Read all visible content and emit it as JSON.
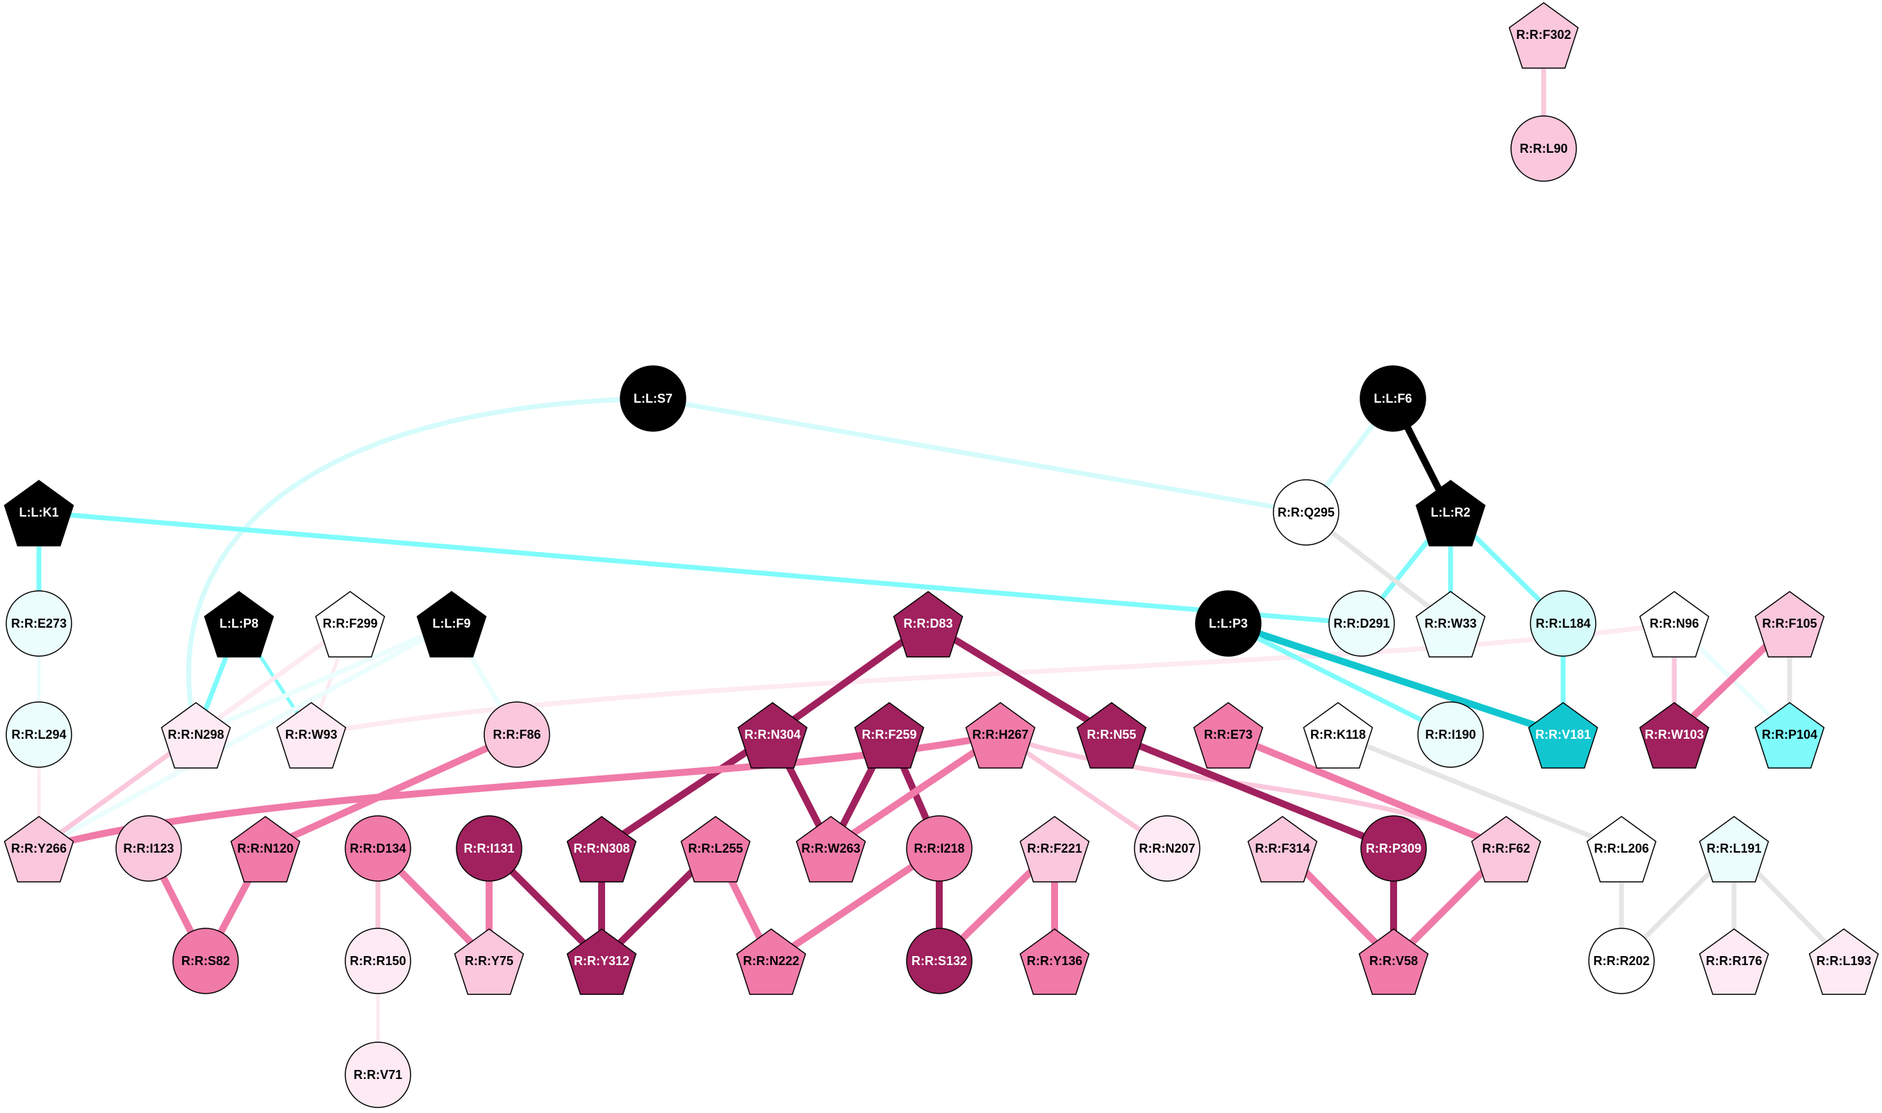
{
  "colors": {
    "black": "#000000",
    "white": "#ffffff",
    "dark_magenta": "#a0215e",
    "medium_pink": "#f07aa8",
    "light_pink": "#fac7db",
    "pale_pink": "#fdeaf2",
    "cyan": "#11c6cf",
    "light_cyan": "#7ffbfb",
    "pale_cyan": "#d5fbfb",
    "very_pale_cyan": "#ebfdfd",
    "gray": "#e5e5e5"
  },
  "diagram": {
    "nodes": [
      {
        "id": "F302",
        "label": "R:R:F302",
        "shape": "pentagon",
        "fill": "light_pink"
      },
      {
        "id": "L90",
        "label": "R:R:L90",
        "shape": "circle",
        "fill": "light_pink"
      },
      {
        "id": "S7",
        "label": "L:L:S7",
        "shape": "circle",
        "fill": "black"
      },
      {
        "id": "F6",
        "label": "L:L:F6",
        "shape": "circle",
        "fill": "black"
      },
      {
        "id": "K1",
        "label": "L:L:K1",
        "shape": "pentagon",
        "fill": "black"
      },
      {
        "id": "Q295",
        "label": "R:R:Q295",
        "shape": "circle",
        "fill": "white"
      },
      {
        "id": "R2",
        "label": "L:L:R2",
        "shape": "pentagon",
        "fill": "black"
      },
      {
        "id": "E273",
        "label": "R:R:E273",
        "shape": "circle",
        "fill": "very_pale_cyan"
      },
      {
        "id": "P8",
        "label": "L:L:P8",
        "shape": "pentagon",
        "fill": "black"
      },
      {
        "id": "F299",
        "label": "R:R:F299",
        "shape": "pentagon",
        "fill": "white"
      },
      {
        "id": "F9",
        "label": "L:L:F9",
        "shape": "pentagon",
        "fill": "black"
      },
      {
        "id": "D83",
        "label": "R:R:D83",
        "shape": "pentagon",
        "fill": "dark_magenta"
      },
      {
        "id": "P3",
        "label": "L:L:P3",
        "shape": "circle",
        "fill": "black"
      },
      {
        "id": "D291",
        "label": "R:R:D291",
        "shape": "circle",
        "fill": "very_pale_cyan"
      },
      {
        "id": "W33",
        "label": "R:R:W33",
        "shape": "pentagon",
        "fill": "very_pale_cyan"
      },
      {
        "id": "L184",
        "label": "R:R:L184",
        "shape": "circle",
        "fill": "pale_cyan"
      },
      {
        "id": "N96",
        "label": "R:R:N96",
        "shape": "pentagon",
        "fill": "white"
      },
      {
        "id": "F105",
        "label": "R:R:F105",
        "shape": "pentagon",
        "fill": "light_pink"
      },
      {
        "id": "L294",
        "label": "R:R:L294",
        "shape": "circle",
        "fill": "very_pale_cyan"
      },
      {
        "id": "N298",
        "label": "R:R:N298",
        "shape": "pentagon",
        "fill": "pale_pink"
      },
      {
        "id": "W93",
        "label": "R:R:W93",
        "shape": "pentagon",
        "fill": "pale_pink"
      },
      {
        "id": "F86",
        "label": "R:R:F86",
        "shape": "circle",
        "fill": "light_pink"
      },
      {
        "id": "N304",
        "label": "R:R:N304",
        "shape": "pentagon",
        "fill": "dark_magenta"
      },
      {
        "id": "F259",
        "label": "R:R:F259",
        "shape": "pentagon",
        "fill": "dark_magenta"
      },
      {
        "id": "H267",
        "label": "R:R:H267",
        "shape": "pentagon",
        "fill": "medium_pink"
      },
      {
        "id": "N55",
        "label": "R:R:N55",
        "shape": "pentagon",
        "fill": "dark_magenta"
      },
      {
        "id": "E73",
        "label": "R:R:E73",
        "shape": "pentagon",
        "fill": "medium_pink"
      },
      {
        "id": "K118",
        "label": "R:R:K118",
        "shape": "pentagon",
        "fill": "white"
      },
      {
        "id": "I190",
        "label": "R:R:I190",
        "shape": "circle",
        "fill": "very_pale_cyan"
      },
      {
        "id": "V181",
        "label": "R:R:V181",
        "shape": "pentagon",
        "fill": "cyan"
      },
      {
        "id": "W103",
        "label": "R:R:W103",
        "shape": "pentagon",
        "fill": "dark_magenta"
      },
      {
        "id": "P104",
        "label": "R:R:P104",
        "shape": "pentagon",
        "fill": "light_cyan"
      },
      {
        "id": "Y266",
        "label": "R:R:Y266",
        "shape": "pentagon",
        "fill": "light_pink"
      },
      {
        "id": "I123",
        "label": "R:R:I123",
        "shape": "circle",
        "fill": "light_pink"
      },
      {
        "id": "N120",
        "label": "R:R:N120",
        "shape": "pentagon",
        "fill": "medium_pink"
      },
      {
        "id": "D134",
        "label": "R:R:D134",
        "shape": "circle",
        "fill": "medium_pink"
      },
      {
        "id": "I131",
        "label": "R:R:I131",
        "shape": "circle",
        "fill": "dark_magenta"
      },
      {
        "id": "N308",
        "label": "R:R:N308",
        "shape": "pentagon",
        "fill": "dark_magenta"
      },
      {
        "id": "L255",
        "label": "R:R:L255",
        "shape": "pentagon",
        "fill": "medium_pink"
      },
      {
        "id": "W263",
        "label": "R:R:W263",
        "shape": "pentagon",
        "fill": "medium_pink"
      },
      {
        "id": "I218",
        "label": "R:R:I218",
        "shape": "circle",
        "fill": "medium_pink"
      },
      {
        "id": "F221",
        "label": "R:R:F221",
        "shape": "pentagon",
        "fill": "light_pink"
      },
      {
        "id": "N207",
        "label": "R:R:N207",
        "shape": "circle",
        "fill": "pale_pink"
      },
      {
        "id": "F314",
        "label": "R:R:F314",
        "shape": "pentagon",
        "fill": "light_pink"
      },
      {
        "id": "P309",
        "label": "R:R:P309",
        "shape": "circle",
        "fill": "dark_magenta"
      },
      {
        "id": "F62",
        "label": "R:R:F62",
        "shape": "pentagon",
        "fill": "light_pink"
      },
      {
        "id": "L206",
        "label": "R:R:L206",
        "shape": "pentagon",
        "fill": "white"
      },
      {
        "id": "L191",
        "label": "R:R:L191",
        "shape": "pentagon",
        "fill": "very_pale_cyan"
      },
      {
        "id": "S82",
        "label": "R:R:S82",
        "shape": "circle",
        "fill": "medium_pink"
      },
      {
        "id": "R150",
        "label": "R:R:R150",
        "shape": "circle",
        "fill": "pale_pink"
      },
      {
        "id": "Y75",
        "label": "R:R:Y75",
        "shape": "pentagon",
        "fill": "light_pink"
      },
      {
        "id": "Y312",
        "label": "R:R:Y312",
        "shape": "pentagon",
        "fill": "dark_magenta"
      },
      {
        "id": "N222",
        "label": "R:R:N222",
        "shape": "pentagon",
        "fill": "medium_pink"
      },
      {
        "id": "S132",
        "label": "R:R:S132",
        "shape": "circle",
        "fill": "dark_magenta"
      },
      {
        "id": "Y136",
        "label": "R:R:Y136",
        "shape": "pentagon",
        "fill": "medium_pink"
      },
      {
        "id": "V58",
        "label": "R:R:V58",
        "shape": "pentagon",
        "fill": "medium_pink"
      },
      {
        "id": "R202",
        "label": "R:R:R202",
        "shape": "circle",
        "fill": "white"
      },
      {
        "id": "R176",
        "label": "R:R:R176",
        "shape": "pentagon",
        "fill": "pale_pink"
      },
      {
        "id": "L193",
        "label": "R:R:L193",
        "shape": "pentagon",
        "fill": "pale_pink"
      },
      {
        "id": "V71",
        "label": "R:R:V71",
        "shape": "circle",
        "fill": "pale_pink"
      }
    ],
    "edges": [
      {
        "from": "F302",
        "to": "L90",
        "color": "light_pink",
        "weight": "medium"
      },
      {
        "from": "S7",
        "to": "Q295",
        "color": "pale_cyan",
        "weight": "medium"
      },
      {
        "from": "S7",
        "to": "N298",
        "color": "pale_cyan",
        "weight": "medium",
        "curve": "left"
      },
      {
        "from": "F6",
        "to": "R2",
        "color": "black",
        "weight": "heavy"
      },
      {
        "from": "F6",
        "to": "Q295",
        "color": "pale_cyan",
        "weight": "medium"
      },
      {
        "from": "K1",
        "to": "E273",
        "color": "light_cyan",
        "weight": "medium"
      },
      {
        "from": "K1",
        "to": "D291",
        "color": "light_cyan",
        "weight": "medium"
      },
      {
        "from": "R2",
        "to": "D291",
        "color": "light_cyan",
        "weight": "medium"
      },
      {
        "from": "R2",
        "to": "W33",
        "color": "light_cyan",
        "weight": "medium"
      },
      {
        "from": "R2",
        "to": "L184",
        "color": "light_cyan",
        "weight": "medium"
      },
      {
        "from": "Q295",
        "to": "W33",
        "color": "gray",
        "weight": "medium"
      },
      {
        "from": "E273",
        "to": "L294",
        "color": "very_pale_cyan",
        "weight": "light"
      },
      {
        "from": "L294",
        "to": "Y266",
        "color": "pale_pink",
        "weight": "light"
      },
      {
        "from": "P8",
        "to": "N298",
        "color": "light_cyan",
        "weight": "medium"
      },
      {
        "from": "P8",
        "to": "W93",
        "color": "light_cyan",
        "weight": "light"
      },
      {
        "from": "F299",
        "to": "N298",
        "color": "pale_pink",
        "weight": "medium"
      },
      {
        "from": "F299",
        "to": "W93",
        "color": "pale_pink",
        "weight": "light"
      },
      {
        "from": "F9",
        "to": "N298",
        "color": "very_pale_cyan",
        "weight": "medium"
      },
      {
        "from": "F9",
        "to": "Y266",
        "color": "very_pale_cyan",
        "weight": "medium"
      },
      {
        "from": "F9",
        "to": "F86",
        "color": "very_pale_cyan",
        "weight": "medium"
      },
      {
        "from": "N298",
        "to": "Y266",
        "color": "light_pink",
        "weight": "medium"
      },
      {
        "from": "W93",
        "to": "N96",
        "color": "pale_pink",
        "weight": "medium",
        "curve": "long"
      },
      {
        "from": "D83",
        "to": "N304",
        "color": "dark_magenta",
        "weight": "heavy"
      },
      {
        "from": "D83",
        "to": "N55",
        "color": "dark_magenta",
        "weight": "heavy"
      },
      {
        "from": "P3",
        "to": "V181",
        "color": "cyan",
        "weight": "heavy"
      },
      {
        "from": "P3",
        "to": "I190",
        "color": "light_cyan",
        "weight": "medium"
      },
      {
        "from": "L184",
        "to": "V181",
        "color": "light_cyan",
        "weight": "medium"
      },
      {
        "from": "N96",
        "to": "W103",
        "color": "light_pink",
        "weight": "medium"
      },
      {
        "from": "N96",
        "to": "P104",
        "color": "very_pale_cyan",
        "weight": "medium"
      },
      {
        "from": "F105",
        "to": "W103",
        "color": "medium_pink",
        "weight": "heavy"
      },
      {
        "from": "F105",
        "to": "P104",
        "color": "gray",
        "weight": "medium"
      },
      {
        "from": "F86",
        "to": "N120",
        "color": "medium_pink",
        "weight": "heavy"
      },
      {
        "from": "N304",
        "to": "N308",
        "color": "dark_magenta",
        "weight": "heavy"
      },
      {
        "from": "N304",
        "to": "W263",
        "color": "dark_magenta",
        "weight": "heavy"
      },
      {
        "from": "F259",
        "to": "W263",
        "color": "dark_magenta",
        "weight": "heavy"
      },
      {
        "from": "F259",
        "to": "I218",
        "color": "dark_magenta",
        "weight": "heavy"
      },
      {
        "from": "H267",
        "to": "W263",
        "color": "medium_pink",
        "weight": "heavy"
      },
      {
        "from": "H267",
        "to": "Y266",
        "color": "medium_pink",
        "weight": "heavy",
        "curve": "long"
      },
      {
        "from": "H267",
        "to": "N207",
        "color": "light_pink",
        "weight": "medium"
      },
      {
        "from": "H267",
        "to": "F62",
        "color": "light_pink",
        "weight": "medium",
        "curve": "long"
      },
      {
        "from": "N55",
        "to": "P309",
        "color": "dark_magenta",
        "weight": "heavy"
      },
      {
        "from": "E73",
        "to": "F62",
        "color": "medium_pink",
        "weight": "heavy"
      },
      {
        "from": "K118",
        "to": "L206",
        "color": "gray",
        "weight": "medium"
      },
      {
        "from": "I123",
        "to": "S82",
        "color": "medium_pink",
        "weight": "heavy"
      },
      {
        "from": "N120",
        "to": "S82",
        "color": "medium_pink",
        "weight": "heavy"
      },
      {
        "from": "D134",
        "to": "R150",
        "color": "light_pink",
        "weight": "medium"
      },
      {
        "from": "D134",
        "to": "Y75",
        "color": "medium_pink",
        "weight": "heavy"
      },
      {
        "from": "I131",
        "to": "Y75",
        "color": "medium_pink",
        "weight": "heavy"
      },
      {
        "from": "I131",
        "to": "Y312",
        "color": "dark_magenta",
        "weight": "heavy"
      },
      {
        "from": "N308",
        "to": "Y312",
        "color": "dark_magenta",
        "weight": "heavy"
      },
      {
        "from": "L255",
        "to": "Y312",
        "color": "dark_magenta",
        "weight": "heavy"
      },
      {
        "from": "L255",
        "to": "N222",
        "color": "medium_pink",
        "weight": "heavy"
      },
      {
        "from": "I218",
        "to": "N222",
        "color": "medium_pink",
        "weight": "heavy"
      },
      {
        "from": "I218",
        "to": "S132",
        "color": "dark_magenta",
        "weight": "heavy"
      },
      {
        "from": "F221",
        "to": "S132",
        "color": "medium_pink",
        "weight": "heavy"
      },
      {
        "from": "F221",
        "to": "Y136",
        "color": "medium_pink",
        "weight": "heavy"
      },
      {
        "from": "F314",
        "to": "V58",
        "color": "medium_pink",
        "weight": "heavy"
      },
      {
        "from": "P309",
        "to": "V58",
        "color": "dark_magenta",
        "weight": "heavy"
      },
      {
        "from": "F62",
        "to": "V58",
        "color": "medium_pink",
        "weight": "heavy"
      },
      {
        "from": "L206",
        "to": "R202",
        "color": "gray",
        "weight": "medium"
      },
      {
        "from": "L191",
        "to": "R202",
        "color": "gray",
        "weight": "medium"
      },
      {
        "from": "L191",
        "to": "R176",
        "color": "gray",
        "weight": "medium"
      },
      {
        "from": "L191",
        "to": "L193",
        "color": "gray",
        "weight": "medium"
      },
      {
        "from": "R150",
        "to": "V71",
        "color": "pale_pink",
        "weight": "light"
      }
    ]
  }
}
